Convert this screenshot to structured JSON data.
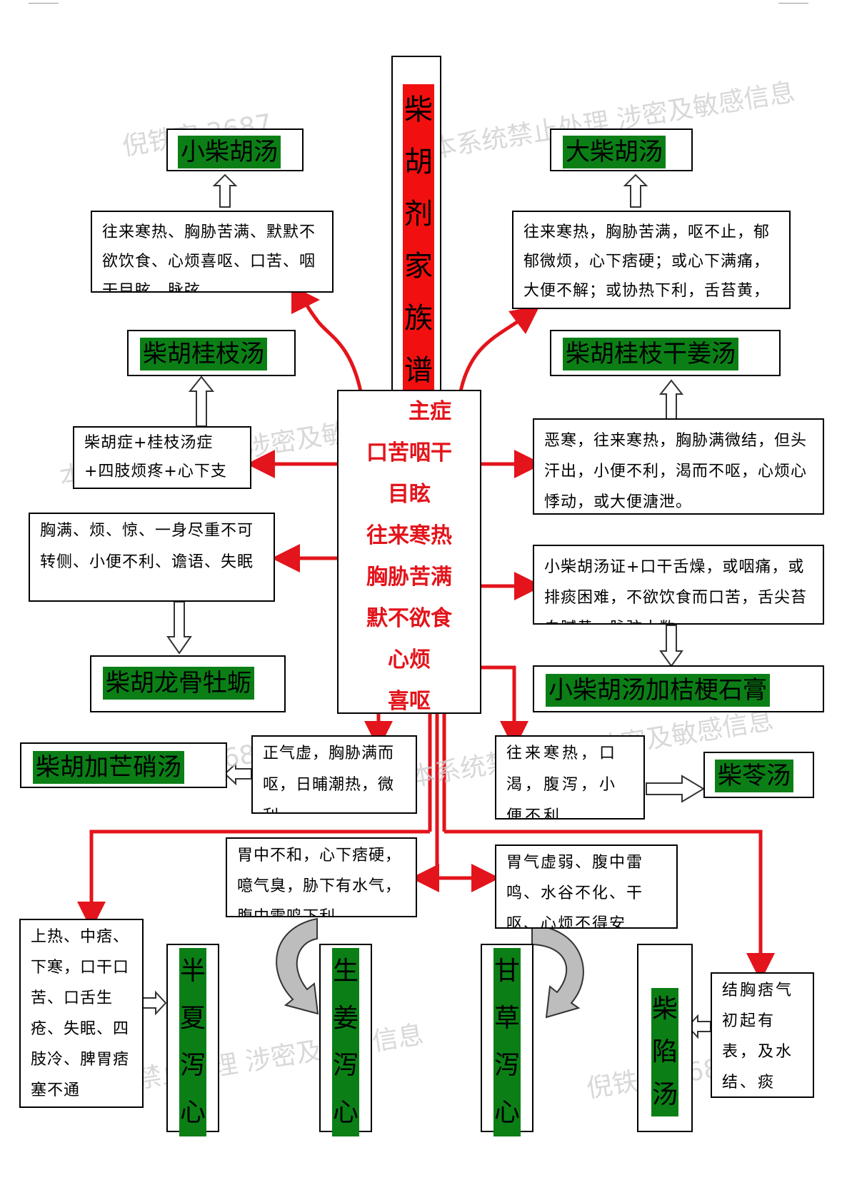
{
  "title": "柴胡剂家族谱",
  "center": {
    "lines": [
      "主症",
      "口苦咽干",
      "目眩",
      "往来寒热",
      "胸胁苦满",
      "默不欲食",
      "心烦",
      "喜呕"
    ]
  },
  "nodes": {
    "xiao_chaihu": {
      "name": "小柴胡汤",
      "desc": "往来寒热、胸胁苦满、默默不欲饮食、心烦喜呕、口苦、咽干目眩、脉弦"
    },
    "da_chaihu": {
      "name": "大柴胡汤",
      "desc": "往来寒热，胸胁苦满，呕不止，郁郁微烦，心下痞硬；或心下满痛，大便不解；或协热下利，舌苔黄，"
    },
    "chaihu_guizhi": {
      "name": "柴胡桂枝汤",
      "desc": "柴胡症+桂枝汤症+四肢烦疼+心下支结"
    },
    "chaihu_guizhi_ganjiang": {
      "name": "柴胡桂枝干姜汤",
      "desc": "恶寒，往来寒热，胸胁满微结，但头汗出，小便不利，渴而不呕，心烦心悸动，或大便溏泄。"
    },
    "chaihu_longgu_muli": {
      "name": "柴胡龙骨牡蛎",
      "desc": "胸满、烦、惊、一身尽重不可转侧、小便不利、谵语、失眠"
    },
    "xiao_chaihu_jiegeng_shigao": {
      "name": "小柴胡汤加桔梗石膏",
      "desc": "小柴胡汤证+口干舌燥，或咽痛，或排痰困难，不欲饮食而口苦，舌尖苔白腻黄，脉弦大数"
    },
    "chaihu_jia_mangxiao": {
      "name": "柴胡加芒硝汤",
      "desc": "正气虚，胸胁满而呕，日晡潮热，微利"
    },
    "chai_ling": {
      "name": "柴苓汤",
      "desc": "往来寒热，口渴，腹泻，小便不利"
    },
    "banxia_xiexin": {
      "name": "半夏泻心",
      "desc": "上热、中痞、下寒，口干口苦、口舌生疮、失眠、四肢冷、脾胃痞塞不通"
    },
    "shengjiang_xiexin": {
      "name": "生姜泻心",
      "desc": "胃中不和，心下痞硬，噫气臭，胁下有水气，腹中雷鸣下利"
    },
    "gancao_xiexin": {
      "name": "甘草泻心",
      "desc": "胃气虚弱、腹中雷鸣、水谷不化、干呕、心烦不得安"
    },
    "chai_xian": {
      "name": "柴陷汤",
      "desc": "结胸痞气初起有表，及水结、痰结、"
    }
  },
  "watermarks": [
    "倪铁宏 2687",
    "本系统禁止处理 涉密及敏感信息"
  ],
  "colors": {
    "arrow": "#e3141b",
    "highlight_green": "#0b7f16",
    "highlight_red": "#f20f0f"
  }
}
